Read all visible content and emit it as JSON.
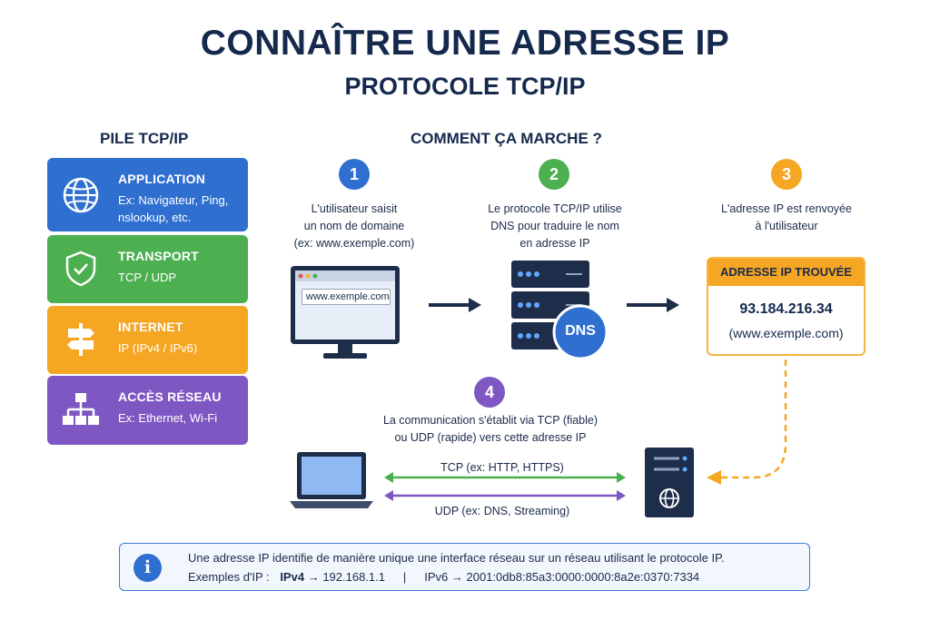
{
  "title": "CONNAÎTRE UNE ADRESSE IP",
  "subtitle": "PROTOCOLE TCP/IP",
  "stack": {
    "heading": "PILE TCP/IP",
    "layers": [
      {
        "name": "APPLICATION",
        "desc": "Ex: Navigateur, Ping, nslookup, etc.",
        "color": "#2f6fd0",
        "icon": "globe-icon"
      },
      {
        "name": "TRANSPORT",
        "desc": "TCP / UDP",
        "color": "#4caf50",
        "icon": "shield-icon"
      },
      {
        "name": "INTERNET",
        "desc": "IP (IPv4 / IPv6)",
        "color": "#f5a623",
        "icon": "signpost-icon"
      },
      {
        "name": "ACCÈS RÉSEAU",
        "desc": "Ex: Ethernet, Wi-Fi",
        "color": "#7e57c2",
        "icon": "network-icon"
      }
    ]
  },
  "how": {
    "heading": "COMMENT ÇA MARCHE ?",
    "steps": [
      {
        "num": "1",
        "text": "L'utilisateur saisit un nom de domaine (ex: www.exemple.com)",
        "color": "#2f6fd0"
      },
      {
        "num": "2",
        "text": "Le protocole TCP/IP utilise DNS pour traduire le nom en adresse IP",
        "color": "#4caf50"
      },
      {
        "num": "3",
        "text": "L'adresse IP est renvoyée à l'utilisateur",
        "color": "#f5a623"
      },
      {
        "num": "4",
        "text": "La communication s'établit via TCP (fiable) ou UDP (rapide) vers cette adresse IP",
        "color": "#7e57c2"
      }
    ],
    "step_lines": [
      [
        "L'utilisateur saisit",
        "un nom de domaine",
        "(ex: www.exemple.com)"
      ],
      [
        "Le protocole TCP/IP utilise",
        "DNS pour traduire le nom",
        "en adresse IP"
      ],
      [
        "L'adresse IP est renvoyée",
        "à l'utilisateur"
      ],
      [
        "La communication s'établit via TCP (fiable)",
        "ou UDP (rapide) vers cette adresse IP"
      ]
    ],
    "browser_url": "www.exemple.com",
    "dns_label": "DNS",
    "result": {
      "heading": "ADRESSE IP TROUVÉE",
      "ip": "93.184.216.34",
      "domain": "(www.exemple.com)"
    },
    "tcp_label": "TCP (ex: HTTP, HTTPS)",
    "udp_label": "UDP (ex: DNS, Streaming)"
  },
  "info": {
    "icon": "info-icon",
    "line1": "Une adresse IP identifie de manière unique une interface réseau sur un réseau utilisant le protocole IP.",
    "examples_label": "Exemples d'IP :",
    "ipv4_label": "IPv4",
    "ipv4_value": "192.168.1.1",
    "separator": "|",
    "ipv6_label": "IPv6",
    "ipv6_value": "2001:0db8:85a3:0000:0000:8a2e:0370:7334"
  }
}
